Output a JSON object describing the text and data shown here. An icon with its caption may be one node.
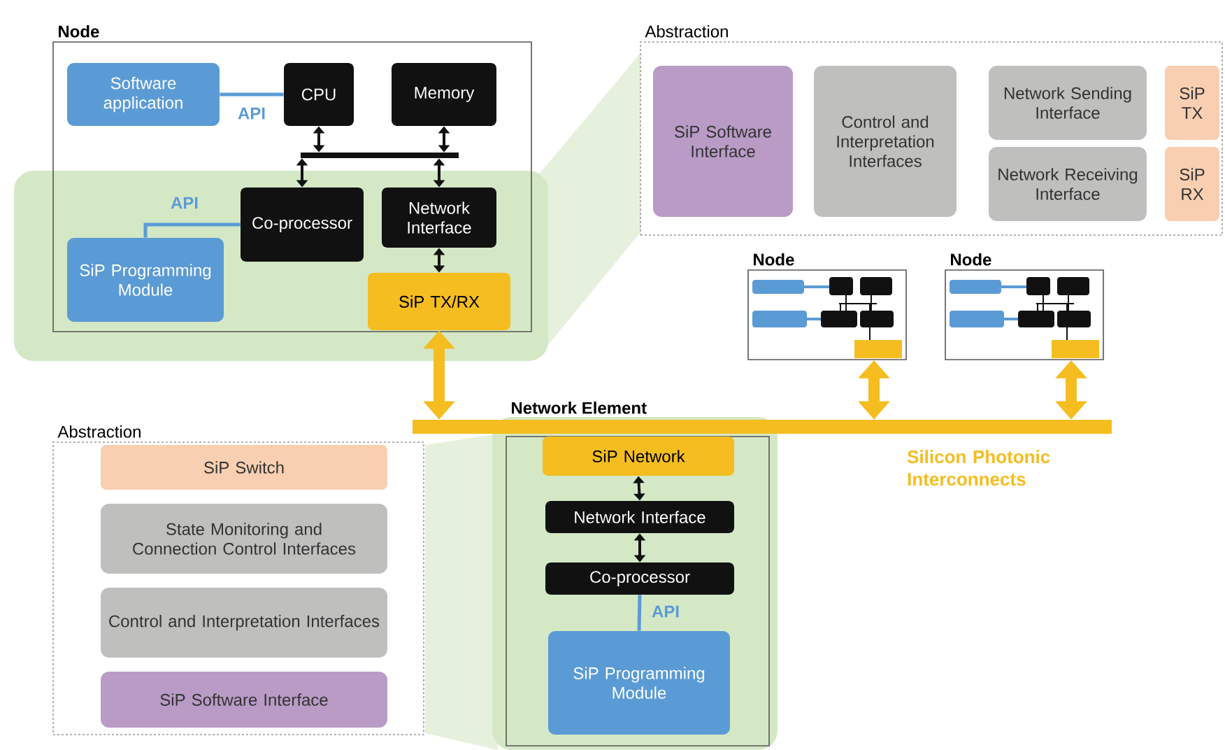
{
  "diagram": {
    "nodes": [
      {
        "text": [
          "Node"
        ]
      },
      {
        "text": [
          "Software application"
        ],
        "in": 0
      },
      {
        "text": [
          "CPU"
        ],
        "in": 0
      },
      {
        "text": [
          "Memory"
        ],
        "in": 0
      },
      {
        "text": [
          "Co-processor"
        ],
        "in": 0
      },
      {
        "text": [
          "Network Interface"
        ],
        "in": 0
      },
      {
        "text": [
          "SiP Programming Module"
        ],
        "in": 0
      },
      {
        "text": [
          "SiP TX/RX"
        ],
        "in": 0
      },
      {
        "text": [],
        "shape": "bar",
        "in": 0
      },
      {
        "text": [
          "Abstraction"
        ]
      },
      {
        "text": [
          "SiP Software Interface"
        ],
        "in": 9
      },
      {
        "text": [
          "Control and Interpretation Interfaces"
        ],
        "in": 9
      },
      {
        "text": [
          "Network Sending Interface"
        ],
        "in": 9
      },
      {
        "text": [
          "Network Receiving Interface"
        ],
        "in": 9
      },
      {
        "text": [
          "SiP TX"
        ],
        "in": 9
      },
      {
        "text": [
          "SiP RX"
        ],
        "in": 9
      },
      {
        "text": [
          "Node"
        ]
      },
      {
        "text": [
          "Node"
        ]
      },
      {
        "text": [],
        "shape": "bar",
        "beside": [
          "Silicon Photonic Interconnects"
        ]
      },
      {
        "text": [
          "Network Element"
        ]
      },
      {
        "text": [
          "SiP Network"
        ],
        "in": 19
      },
      {
        "text": [
          "Network Interface"
        ],
        "in": 19
      },
      {
        "text": [
          "Co-processor"
        ],
        "in": 19
      },
      {
        "text": [
          "SiP Programming Module"
        ],
        "in": 19
      },
      {
        "text": [
          "Abstraction"
        ]
      },
      {
        "text": [
          "SiP Switch"
        ],
        "in": 24
      },
      {
        "text": [
          "State Monitoring and Connection Control Interfaces"
        ],
        "in": 24
      },
      {
        "text": [
          "Control and Interpretation Interfaces"
        ],
        "in": 24
      },
      {
        "text": [
          "SiP Software Interface"
        ],
        "in": 24
      }
    ],
    "edges": [
      {
        "from": 1,
        "to": 2,
        "arrow": "none",
        "label": "API",
        "color": "#5b9bd5"
      },
      {
        "from": 2,
        "to": 8,
        "arrow": "both"
      },
      {
        "from": 3,
        "to": 8,
        "arrow": "both"
      },
      {
        "from": 8,
        "to": 4,
        "arrow": "both"
      },
      {
        "from": 8,
        "to": 5,
        "arrow": "both"
      },
      {
        "from": 4,
        "to": 6,
        "arrow": "none",
        "label": "API",
        "color": "#5b9bd5"
      },
      {
        "from": 5,
        "to": 7,
        "arrow": "both"
      },
      {
        "from": 7,
        "to": 18,
        "arrow": "both",
        "style": "thick",
        "color": "#f5bd1f"
      },
      {
        "from": 16,
        "to": 18,
        "arrow": "both",
        "style": "thick",
        "color": "#f5bd1f"
      },
      {
        "from": 17,
        "to": 18,
        "arrow": "both",
        "style": "thick",
        "color": "#f5bd1f"
      },
      {
        "from": 20,
        "to": 21,
        "arrow": "both"
      },
      {
        "from": 21,
        "to": 22,
        "arrow": "both"
      },
      {
        "from": 22,
        "to": 23,
        "arrow": "none",
        "label": "API",
        "color": "#5b9bd5"
      }
    ]
  }
}
